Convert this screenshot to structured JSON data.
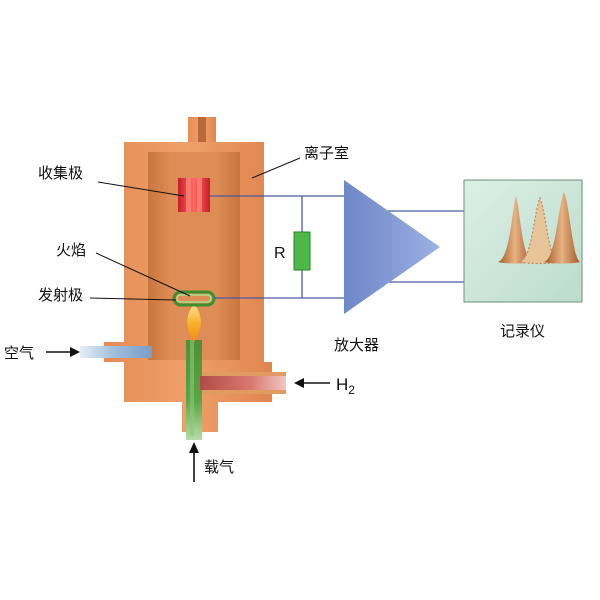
{
  "labels": {
    "collector": "收集极",
    "ion_chamber": "离子室",
    "flame": "火焰",
    "emitter": "发射极",
    "air": "空气",
    "hydrogen": "H",
    "hydrogen_subscript": "2",
    "carrier_gas": "载气",
    "resistor": "R",
    "amplifier": "放大器",
    "recorder": "记录仪"
  },
  "colors": {
    "detector_body": "#e8935a",
    "chamber_interior": "#d9884f",
    "collector": "#e0303a",
    "resistor": "#4cb848",
    "amplifier": "#7f95d2",
    "recorder_screen": "#cfe8dc",
    "wire": "#4a5aa0",
    "flame": "#f5a623",
    "emitter": "#5fbf4a",
    "carrier_gas": "#4a9a3a",
    "hydrogen_pipe": "#c9605a",
    "air_pipe": "#8aaed0"
  }
}
